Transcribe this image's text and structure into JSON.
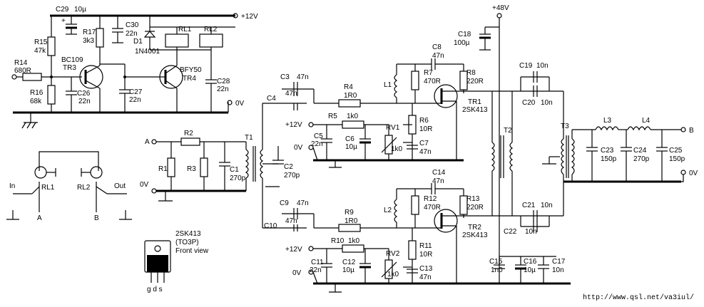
{
  "labels": {
    "rails": {
      "v12_top": "+12V",
      "v0_top": "0V",
      "v48": "+48V",
      "v12_a": "+12V",
      "v0_a": "0V",
      "v12_b": "+12V",
      "v0_b": "0V",
      "v0_in": "0V",
      "v0_out": "0V"
    },
    "terminals": {
      "A": "A",
      "B": "B",
      "A_relay": "A",
      "B_relay": "B"
    },
    "relay_diagram": {
      "in": "In",
      "out": "Out",
      "rl1": "RL1",
      "rl2": "RL2"
    },
    "components": {
      "C29": "C29",
      "C29v": "10µ",
      "R15": "R15",
      "R15v": "47k",
      "R17": "R17",
      "R17v": "3k3",
      "C30": "C30",
      "C30v": "22n",
      "D1": "D1",
      "D1v": "1N4001",
      "RL1": "RL1",
      "RL2": "RL2",
      "R14": "R14",
      "R14v": "680R",
      "BC109": "BC109",
      "TR3": "TR3",
      "R16": "R16",
      "R16v": "68k",
      "C26": "C26",
      "C26v": "22n",
      "C27": "C27",
      "C27v": "22n",
      "BFY50": "BFY50",
      "TR4": "TR4",
      "C28": "C28",
      "C28v": "22n",
      "R2": "R2",
      "R1": "R1",
      "R3": "R3",
      "C1": "C1",
      "C1v": "270p",
      "T1": "T1",
      "C2": "C2",
      "C2v": "270p",
      "C3": "C3",
      "C3v": "47n",
      "C4": "C4",
      "C4v": "47n",
      "R4": "R4",
      "R4v": "1R0",
      "R5": "R5",
      "R5v": "1k0",
      "C5": "C5",
      "C5v": "22n",
      "C6": "C6",
      "C6v": "10µ",
      "RV1": "RV1",
      "RV1v": "1k0",
      "R6": "R6",
      "R6v": "10R",
      "C7": "C7",
      "C7v": "47n",
      "L1": "L1",
      "C8": "C8",
      "C8v": "47n",
      "R7": "R7",
      "R7v": "470R",
      "R8": "R8",
      "R8v": "220R",
      "TR1": "TR1",
      "TR1v": "2SK413",
      "C18": "C18",
      "C18v": "100µ",
      "C19": "C19",
      "C19v": "10n",
      "C20": "C20",
      "C20v": "10n",
      "T2": "T2",
      "T3": "T3",
      "L3": "L3",
      "L4": "L4",
      "C23": "C23",
      "C23v": "150p",
      "C24": "C24",
      "C24v": "270p",
      "C25": "C25",
      "C25v": "150p",
      "C9": "C9",
      "C9v": "47n",
      "C10": "C10",
      "C10v": "47n",
      "R9": "R9",
      "R9v": "1R0",
      "R10": "R10",
      "R10v": "1k0",
      "C11": "C11",
      "C11v": "22n",
      "C12": "C12",
      "C12v": "10µ",
      "RV2": "RV2",
      "RV2v": "1k0",
      "R11": "R11",
      "R11v": "10R",
      "C13": "C13",
      "C13v": "47n",
      "L2": "L2",
      "C14": "C14",
      "C14v": "47n",
      "R12": "R12",
      "R12v": "470R",
      "R13": "R13",
      "R13v": "220R",
      "TR2": "TR2",
      "TR2v": "2SK413",
      "C21": "C21",
      "C21v": "10n",
      "C22": "C22",
      "C22v": "10n",
      "C15": "C15",
      "C15v": "1n0",
      "C16": "C16",
      "C16v": "10µ",
      "C17": "C17",
      "C17v": "10n"
    },
    "package": {
      "name": "2SK413",
      "case": "(TO3P)",
      "view": "Front view",
      "pins": "g d s"
    },
    "url": "http://www.qsl.net/va3iul/"
  }
}
